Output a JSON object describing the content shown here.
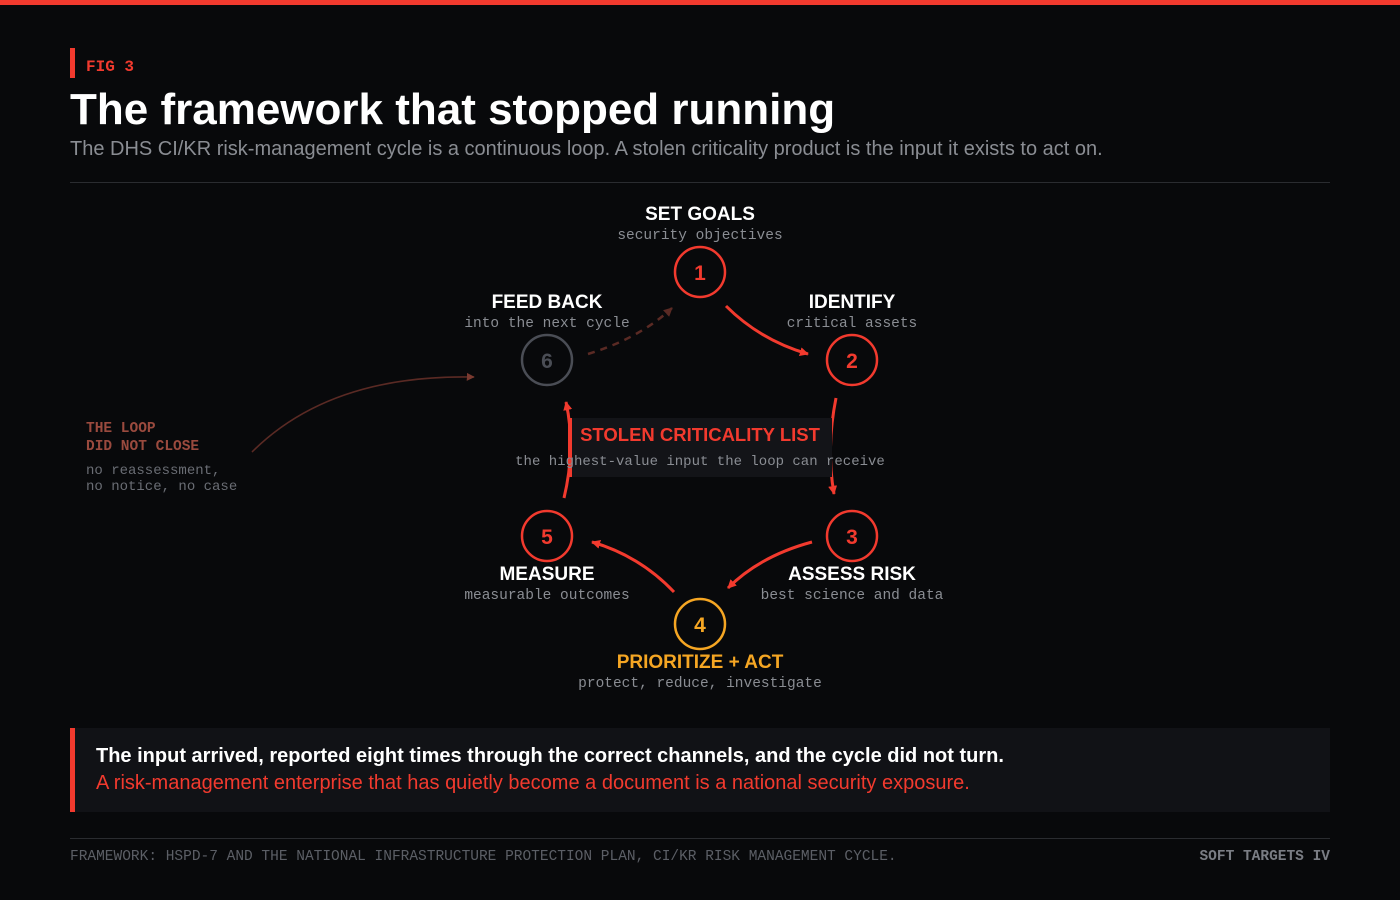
{
  "header": {
    "fig_tag": "FIG 3",
    "title": "The framework that stopped running",
    "subtitle": "The DHS CI/KR risk-management cycle is a continuous loop. A stolen criticality product is the input it exists to act on."
  },
  "colors": {
    "accent_red": "#f23a2e",
    "highlight_amber": "#f5a623",
    "inactive_gray": "#4a4d55",
    "annotation_brown": "#9a4a3e",
    "background": "#08090b"
  },
  "cycle": {
    "nodes": [
      {
        "number": "1",
        "title": "SET GOALS",
        "subtitle": "security objectives",
        "state": "active"
      },
      {
        "number": "2",
        "title": "IDENTIFY",
        "subtitle": "critical assets",
        "state": "active"
      },
      {
        "number": "3",
        "title": "ASSESS RISK",
        "subtitle": "best science and data",
        "state": "active"
      },
      {
        "number": "4",
        "title": "PRIORITIZE + ACT",
        "subtitle": "protect, reduce, investigate",
        "state": "highlight"
      },
      {
        "number": "5",
        "title": "MEASURE",
        "subtitle": "measurable outcomes",
        "state": "active"
      },
      {
        "number": "6",
        "title": "FEED BACK",
        "subtitle": "into the next cycle",
        "state": "inactive"
      }
    ],
    "center": {
      "title": "STOLEN CRITICALITY LIST",
      "subtitle": "the highest-value input the loop can receive"
    }
  },
  "annotation": {
    "line1": "THE LOOP",
    "line2": "DID NOT CLOSE",
    "detail1": "no reassessment,",
    "detail2": "no notice, no case"
  },
  "callout": {
    "line1": "The input arrived, reported eight times through the correct channels, and the cycle did not turn.",
    "line2": "A risk-management enterprise that has quietly become a document is a national security exposure."
  },
  "footer": {
    "source": "FRAMEWORK: HSPD-7 AND THE NATIONAL INFRASTRUCTURE PROTECTION PLAN, CI/KR RISK MANAGEMENT CYCLE.",
    "series": "SOFT TARGETS IV"
  }
}
